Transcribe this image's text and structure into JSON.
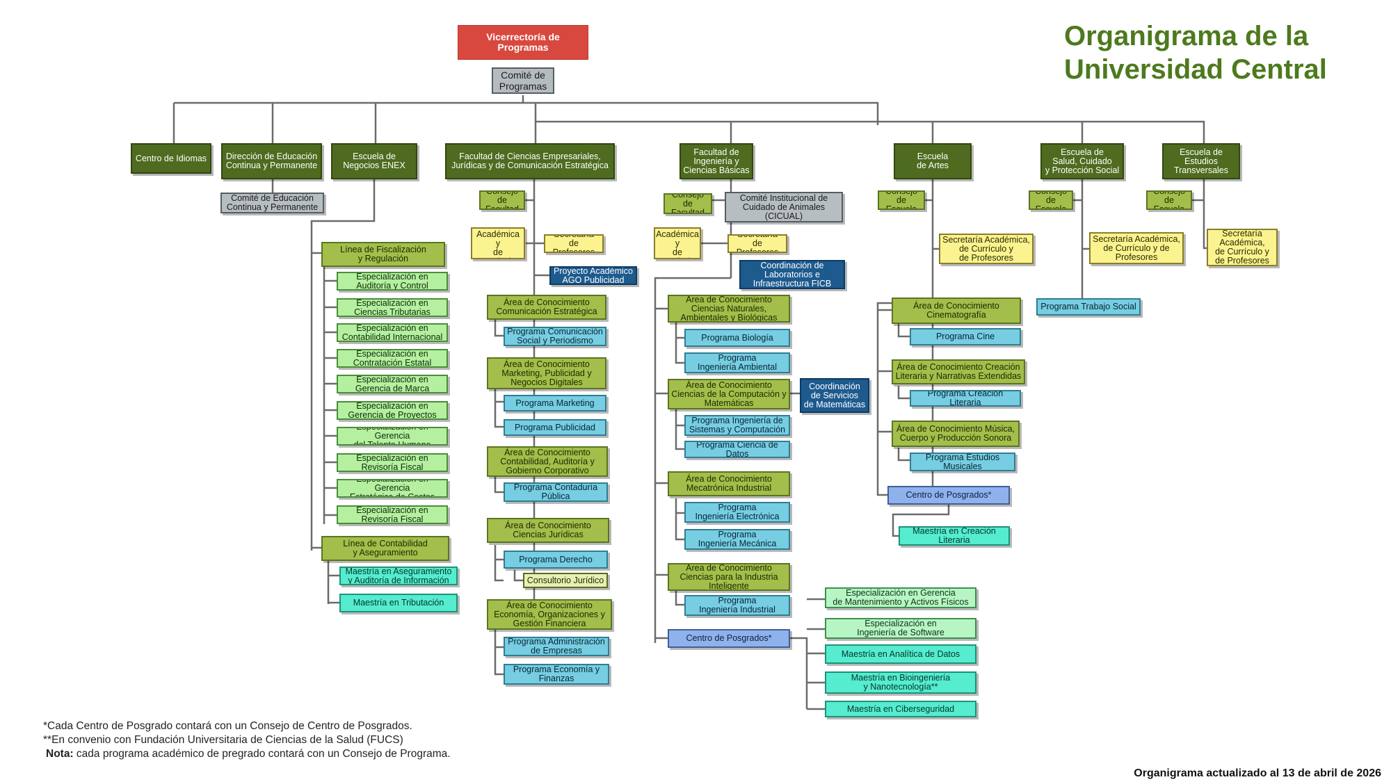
{
  "title": {
    "line1": "Organigrama de la",
    "line2": "Universidad Central"
  },
  "updated": "Organigrama actualizado al 13 de abril de 2026",
  "notes": {
    "note1": "*Cada Centro de Posgrado contará con un Consejo de Centro de Posgrados.",
    "note2": "**En convenio con Fundación Universitaria de Ciencias de la Salud (FUCS)",
    "note3_label": "Nota:",
    "note3_text": " cada programa académico de pregrado contará con un Consejo de Programa."
  },
  "top": {
    "vicerrectoria": "Vicerrectoría de\nProgramas",
    "comite_programas": "Comité de\nProgramas"
  },
  "units": {
    "idiomas": "Centro de Idiomas",
    "educacion_continua": "Dirección de Educación\nContinua y Permanente",
    "comite_educacion": "Comité de Educación\nContinua y Permanente",
    "enex": "Escuela de\nNegocios ENEX",
    "fac_empresariales": "Facultad de Ciencias Empresariales,\nJurídicas y de Comunicación Estratégica",
    "fac_ingenieria": "Facultad de\nIngeniería y\nCiencias Básicas",
    "esc_artes": "Escuela\nde Artes",
    "esc_salud": "Escuela de\nSalud, Cuidado\ny Protección Social",
    "esc_transversales": "Escuela de\nEstudios\nTransversales"
  },
  "enex": {
    "linea1": "Línea de Fiscalización\ny Regulación",
    "linea1_items": [
      "Especialización en\nAuditoría y Control",
      "Especialización en\nCiencias Tributarias",
      "Especialización en\nContabilidad Internacional",
      "Especialización en\nContratación Estatal",
      "Especialización en\nGerencia de Marca",
      "Especialización en\nGerencia de Proyectos",
      "Especialización en Gerencia\ndel Talento Humano",
      "Especialización en\nRevisoría Fiscal",
      "Especialización en Gerencia\nEstratégica de Costos",
      "Especialización en\nRevisoría Fiscal"
    ],
    "linea2": "Línea de Contabilidad\ny Aseguramiento",
    "linea2_items": [
      "Maestría en Aseguramiento\ny Auditoría de Información",
      "Maestría en Tributación"
    ]
  },
  "fce": {
    "consejo": "Consejo de\nFacultad",
    "secretaria_academica": "Secretaría\nAcadémica y\nde Currículo",
    "secretaria_profesores": "Secretaría\nde Profesores",
    "proyecto_ago": "Proyecto Académico\nAGO Publicidad",
    "areas": [
      {
        "name": "Área de Conocimiento\nComunicación Estratégica",
        "programs": [
          "Programa Comunicación\nSocial y Periodismo"
        ]
      },
      {
        "name": "Área de Conocimiento\nMarketing, Publicidad y\nNegocios Digitales",
        "programs": [
          "Programa Marketing",
          "Programa Publicidad"
        ]
      },
      {
        "name": "Área de Conocimiento\nContabilidad, Auditoría y\nGobierno Corporativo",
        "programs": [
          "Programa Contaduría\nPública"
        ]
      },
      {
        "name": "Área de Conocimiento\nCiencias Jurídicas",
        "programs": [
          "Programa Derecho"
        ],
        "extra": "Consultorio Jurídico"
      },
      {
        "name": "Área de Conocimiento\nEconomía, Organizaciones y\nGestión Financiera",
        "programs": [
          "Programa Administración\nde Empresas",
          "Programa Economía y\nFinanzas"
        ]
      }
    ]
  },
  "fic": {
    "consejo": "Consejo de\nFacultad",
    "comite_cicual": "Comité Institucional de\nCuidado de Animales\n(CICUAL)",
    "secretaria_academica": "Secretaría\nAcadémica y\nde Currículo",
    "secretaria_profesores": "Secretaría\nde Profesores",
    "coord_laboratorios": "Coordinación de\nLaboratorios e\nInfraestructura FICB",
    "coord_matematicas": "Coordinación\nde Servicios\nde Matemáticas",
    "areas": [
      {
        "name": "Área de Conocimiento\nCiencias Naturales,\nAmbientales y Biológicas",
        "programs": [
          "Programa Biología",
          "Programa\nIngeniería Ambiental"
        ]
      },
      {
        "name": "Área de Conocimiento\nCiencias de la Computación y\nMatemáticas",
        "programs": [
          "Programa Ingeniería de\nSistemas y Computación",
          "Programa Ciencia de Datos"
        ]
      },
      {
        "name": "Área de Conocimiento\nMecatrónica Industrial",
        "programs": [
          "Programa\nIngeniería Electrónica",
          "Programa\nIngeniería Mecánica"
        ]
      },
      {
        "name": "Área de Conocimiento\nCiencias para la Industria\nInteligente",
        "programs": [
          "Programa\nIngeniería Industrial"
        ]
      }
    ],
    "posgrados": "Centro de Posgrados*",
    "posgrado_items": [
      "Especialización en Gerencia\nde Mantenimiento y Activos Físicos",
      "Especialización en\nIngeniería de Software",
      "Maestría en Analítica de Datos",
      "Maestría en Bioingeniería\ny Nanotecnología**",
      "Maestría en Ciberseguridad"
    ]
  },
  "artes": {
    "consejo": "Consejo de\nEscuela",
    "secretaria": "Secretaría Académica,\nde Currículo y\nde Profesores",
    "areas": [
      {
        "name": "Área de Conocimiento\nCinematografía",
        "programs": [
          "Programa Cine"
        ]
      },
      {
        "name": "Área de Conocimiento Creación\nLiteraria y Narrativas Extendidas",
        "programs": [
          "Programa Creación Literaria"
        ]
      },
      {
        "name": "Área de Conocimiento Música,\nCuerpo y Producción Sonora",
        "programs": [
          "Programa Estudios\nMusicales"
        ]
      }
    ],
    "posgrados": "Centro de Posgrados*",
    "posgrado_items": [
      "Maestría en Creación\nLiteraria"
    ]
  },
  "salud": {
    "consejo": "Consejo de\nEscuela",
    "secretaria": "Secretaría Académica,\nde Currículo y de\nProfesores",
    "programa": "Programa Trabajo Social"
  },
  "transversales": {
    "consejo": "Consejo de\nEscuela",
    "secretaria": "Secretaría\nAcadémica,\nde Currículo y\nde Profesores"
  }
}
